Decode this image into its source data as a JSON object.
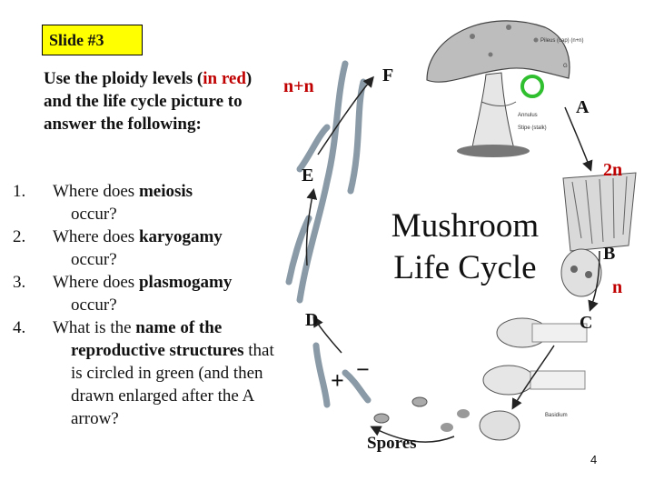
{
  "slide_label": "Slide #3",
  "intro": {
    "before": "Use the ploidy levels (",
    "red": "in red",
    "after": ") and the life cycle picture to answer the following:"
  },
  "questions": [
    {
      "num": "1.",
      "pre": "Where does ",
      "bold": "meiosis",
      "post": "",
      "cont": "occur?"
    },
    {
      "num": "2.",
      "pre": "Where does ",
      "bold": "karyogamy",
      "post": "",
      "cont": "occur?"
    },
    {
      "num": "3.",
      "pre": "Where does ",
      "bold": "plasmogamy",
      "post": "",
      "cont": "occur?"
    },
    {
      "num": "4.",
      "pre": "What is the ",
      "bold": "name of the",
      "post": "",
      "cont_bold": "reproductive structures",
      "cont": "that is circled in green (and then drawn enlarged after the A arrow?"
    }
  ],
  "diagram": {
    "title_line1": "Mushroom",
    "title_line2": "Life Cycle",
    "ploidy": {
      "n_plus_n": "n+n",
      "two_n": "2n",
      "n": "n"
    },
    "steps": {
      "a": "A",
      "b": "B",
      "c": "C",
      "d": "D",
      "e": "E",
      "f": "F"
    },
    "mating_plus": "+",
    "mating_minus": "−",
    "spores_label": "Spores",
    "small_labels": {
      "pileus": "Pileus (cap) (n+n)",
      "g": "G",
      "annulus": "Annulus",
      "stipe": "Stipe (stalk)",
      "basidium": "Basidium"
    }
  },
  "page_number": "4",
  "colors": {
    "highlight": "#ffff00",
    "ploidy_text": "#c00000",
    "circle": "#2fbf2f"
  }
}
